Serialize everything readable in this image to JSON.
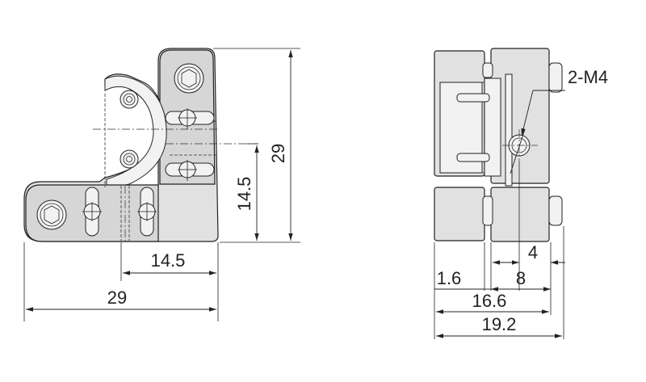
{
  "front_view": {
    "width_label": "29",
    "height_label": "29",
    "half_width_label": "14.5",
    "half_height_label": "14.5"
  },
  "side_view": {
    "thread_label": "2-M4",
    "dim_4": "4",
    "dim_8": "8",
    "dim_1_6": "1.6",
    "dim_16_6": "16.6",
    "dim_19_2": "19.2"
  }
}
